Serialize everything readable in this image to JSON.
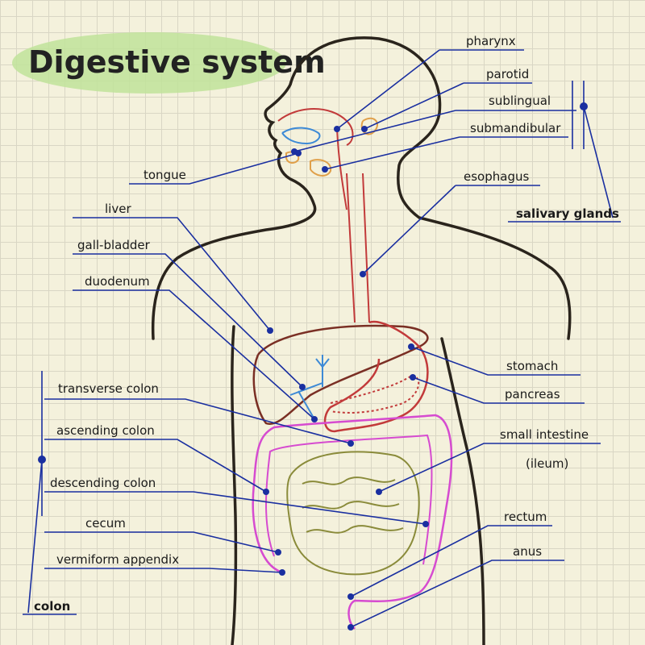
{
  "title": "Digestive system",
  "colors": {
    "outline": "#2a241c",
    "leader": "#1a2fa0",
    "digestive_red": "#c23a3a",
    "liver_brown": "#7a2f24",
    "colon_pink": "#d64bd0",
    "small_intestine": "#8a8b3a",
    "bile_blue": "#3d8ad6",
    "gland_orange": "#e0a04a",
    "title_highlight": "#bfe39a"
  },
  "labels": {
    "pharynx": "pharynx",
    "parotid": "parotid",
    "sublingual": "sublingual",
    "submandibular": "submandibular",
    "esophagus": "esophagus",
    "salivary_glands": "salivary glands",
    "tongue": "tongue",
    "liver": "liver",
    "gall_bladder": "gall-bladder",
    "duodenum": "duodenum",
    "stomach": "stomach",
    "pancreas": "pancreas",
    "transverse_colon": "transverse colon",
    "ascending_colon": "ascending colon",
    "descending_colon": "descending colon",
    "cecum": "cecum",
    "vermiform_appendix": "vermiform appendix",
    "small_intestine": "small intestine",
    "ileum": "(ileum)",
    "rectum": "rectum",
    "anus": "anus",
    "colon": "colon"
  }
}
